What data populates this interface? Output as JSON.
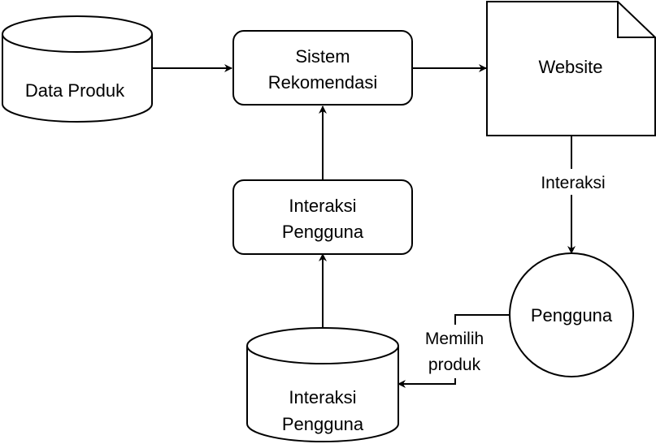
{
  "nodes": {
    "data_produk": {
      "label": "Data Produk",
      "shape": "database"
    },
    "sistem_rekomendasi": {
      "line1": "Sistem",
      "line2": "Rekomendasi",
      "shape": "rounded-rectangle"
    },
    "website": {
      "label": "Website",
      "shape": "document"
    },
    "interaksi_pengguna_process": {
      "line1": "Interaksi",
      "line2": "Pengguna",
      "shape": "rounded-rectangle"
    },
    "pengguna": {
      "label": "Pengguna",
      "shape": "circle"
    },
    "interaksi_pengguna_db": {
      "line1": "Interaksi",
      "line2": "Pengguna",
      "shape": "database"
    }
  },
  "edges": {
    "website_to_pengguna": {
      "label": "Interaksi"
    },
    "pengguna_to_interaksi_db": {
      "line1": "Memilih",
      "line2": "produk"
    }
  },
  "colors": {
    "stroke": "#000000",
    "fill": "#ffffff",
    "text": "#000000"
  }
}
